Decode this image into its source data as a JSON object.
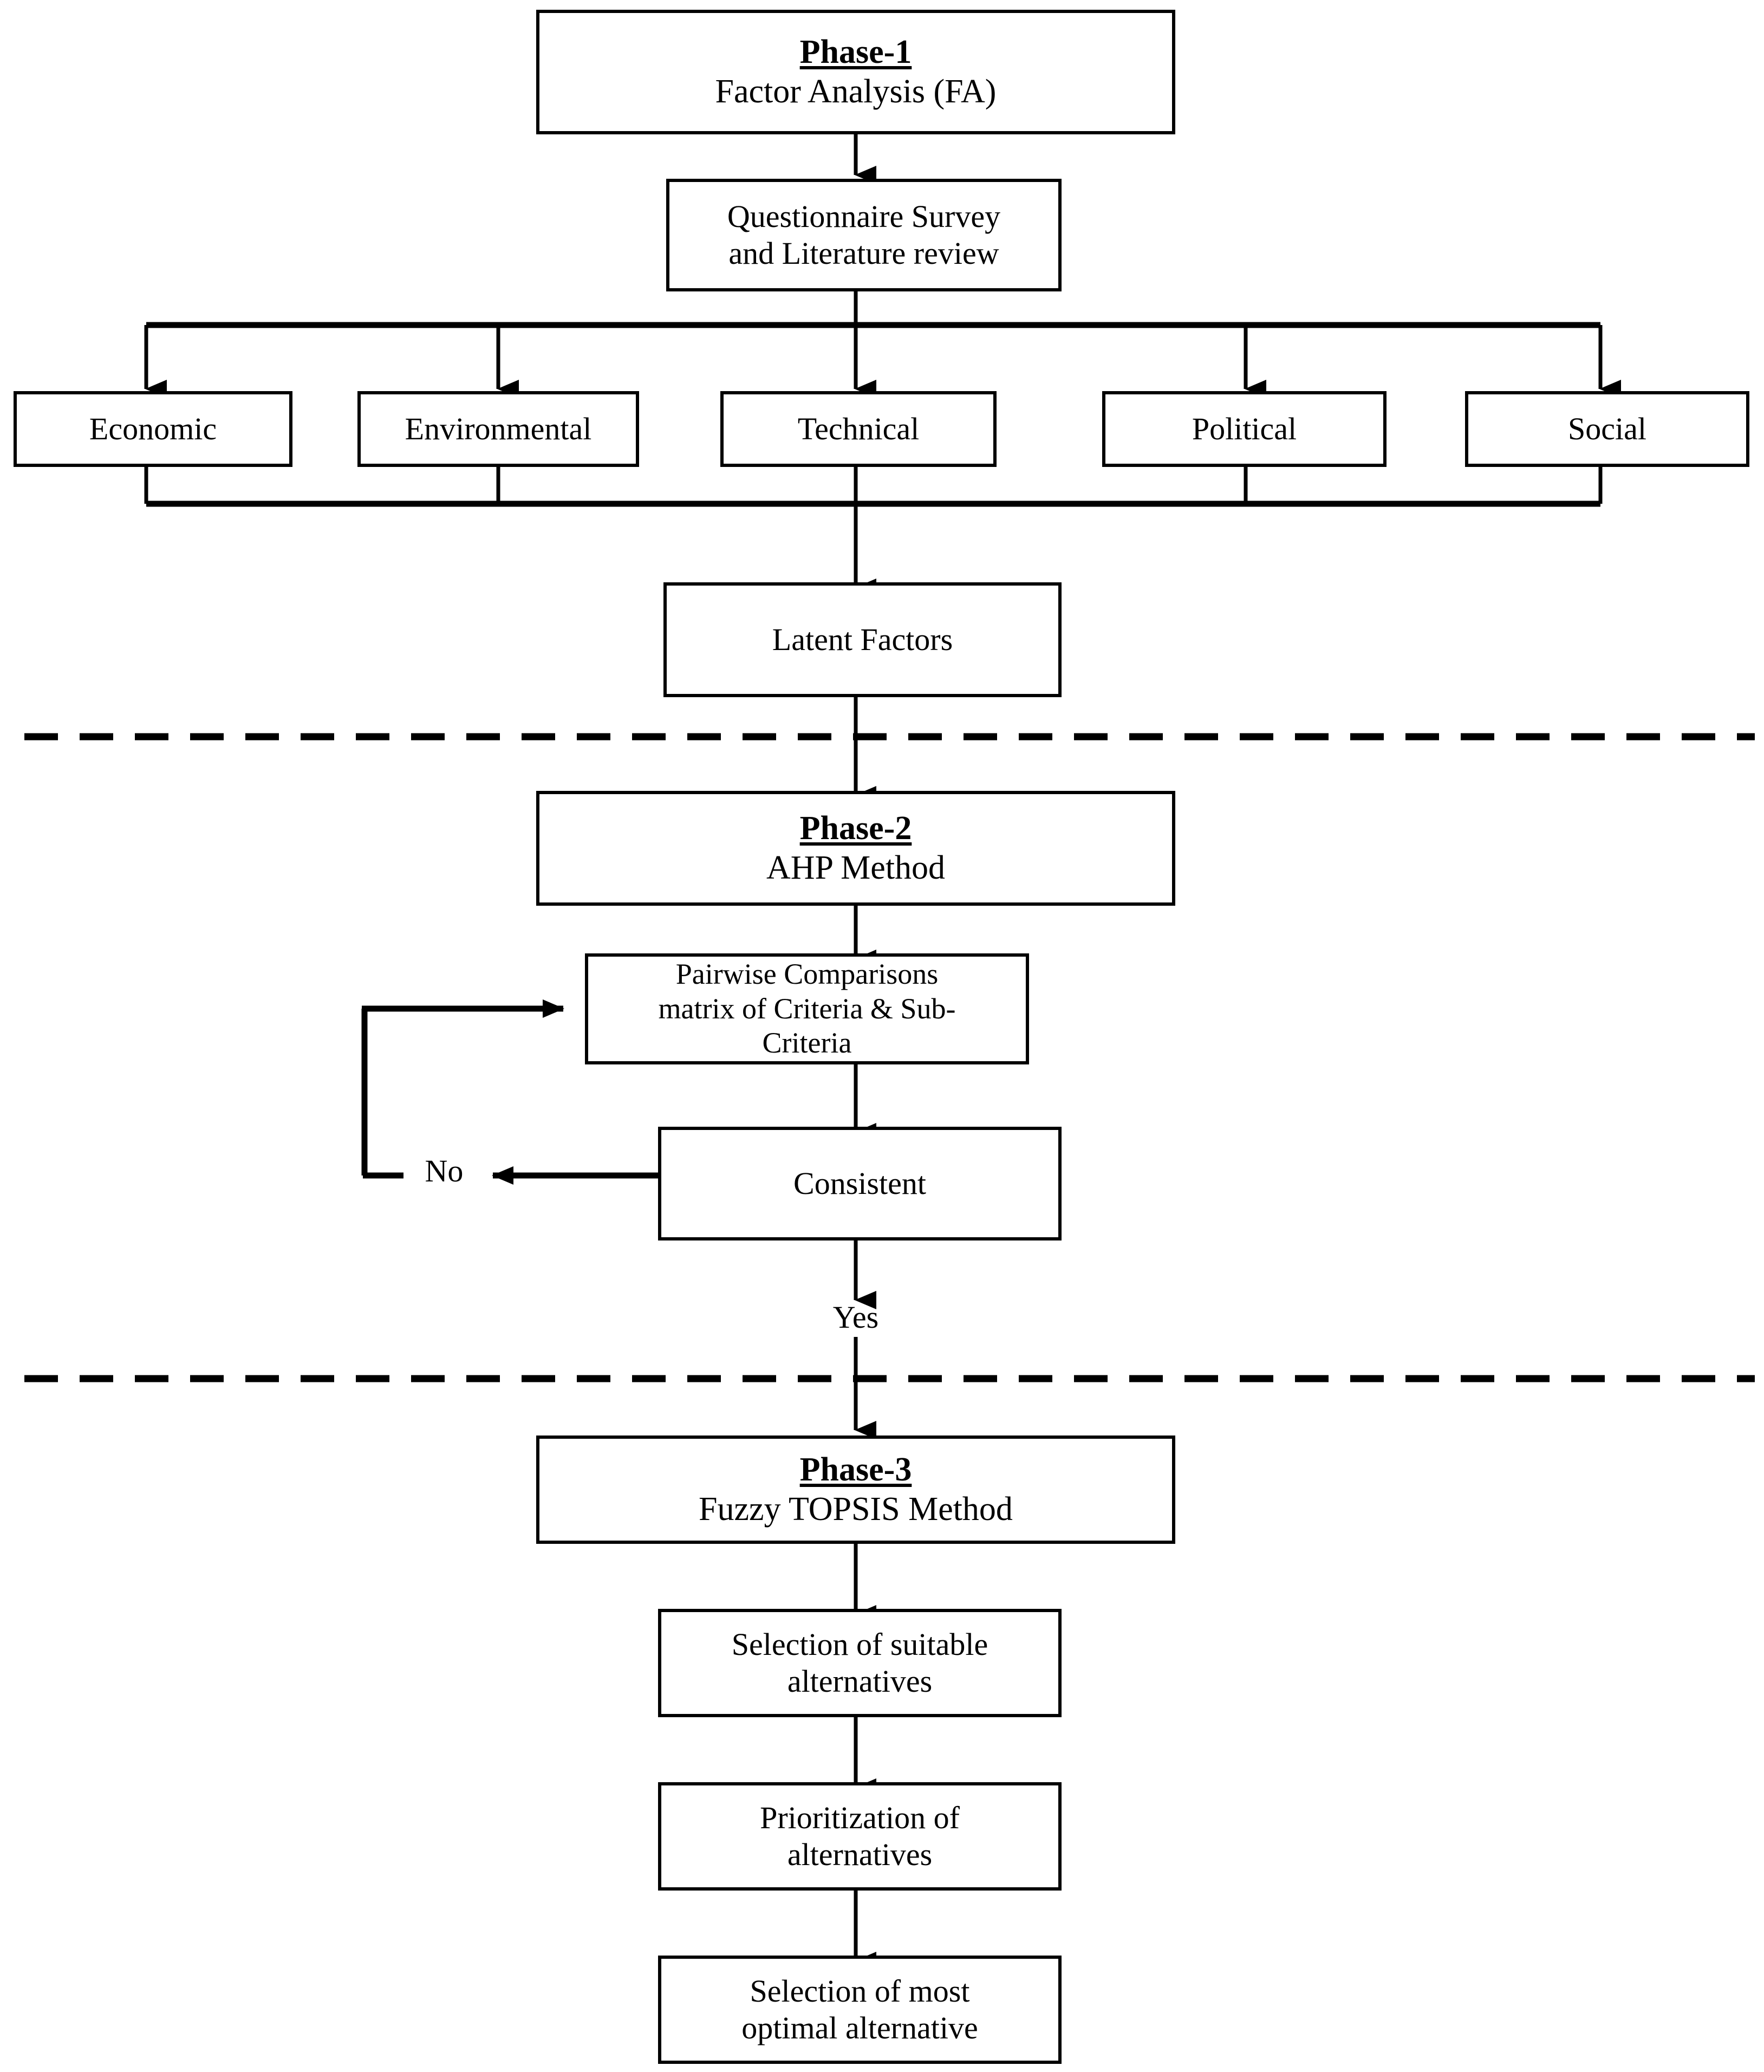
{
  "diagram": {
    "title": "Three-phase research methodology flowchart",
    "stroke_color": "#000000",
    "background_color": "#ffffff",
    "divider_style": "dashed"
  },
  "phase1": {
    "header": {
      "title": "Phase-1",
      "subtitle": "Factor Analysis (FA)"
    },
    "source": {
      "line1": "Questionnaire Survey",
      "line2": "and Literature review"
    },
    "criteria": [
      {
        "label": "Economic"
      },
      {
        "label": "Environmental"
      },
      {
        "label": "Technical"
      },
      {
        "label": "Political"
      },
      {
        "label": "Social"
      }
    ],
    "output": {
      "label": "Latent Factors"
    }
  },
  "phase2": {
    "header": {
      "title": "Phase-2",
      "subtitle": "AHP Method"
    },
    "pairwise": {
      "line1": "Pairwise Comparisons",
      "line2": "matrix of Criteria & Sub-",
      "line3": "Criteria"
    },
    "decision": {
      "label": "Consistent"
    },
    "edge_labels": {
      "no": "No",
      "yes": "Yes"
    }
  },
  "phase3": {
    "header": {
      "title": "Phase-3",
      "subtitle": "Fuzzy TOPSIS Method"
    },
    "steps": [
      {
        "line1": "Selection of suitable",
        "line2": "alternatives"
      },
      {
        "line1": "Prioritization of",
        "line2": "alternatives"
      },
      {
        "line1": "Selection of most",
        "line2": "optimal alternative"
      }
    ]
  }
}
